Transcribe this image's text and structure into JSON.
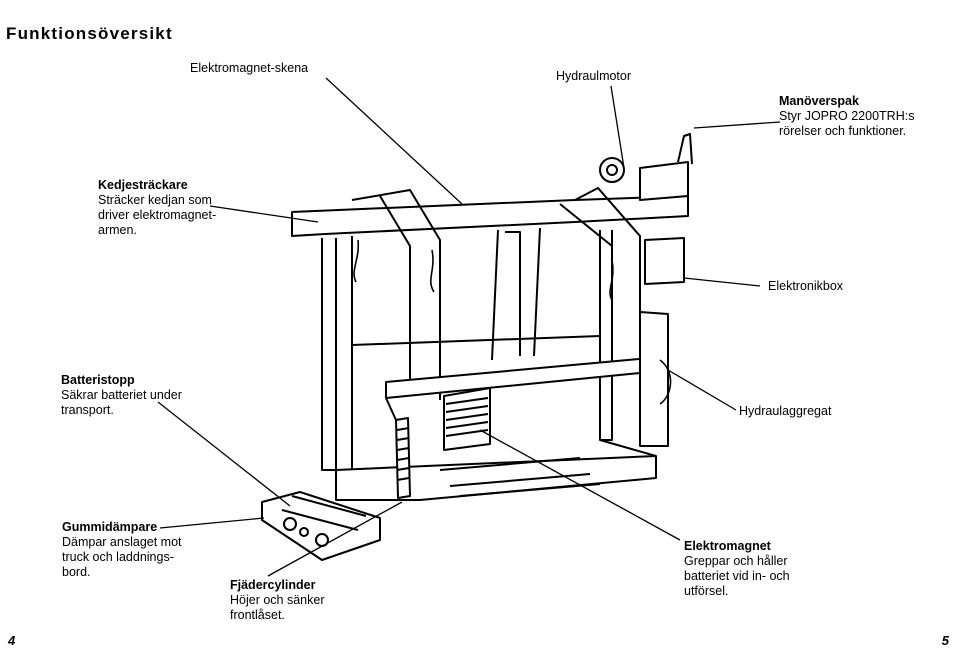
{
  "page_title": "Funktionsöversikt",
  "labels": {
    "rail": {
      "heading": "Elektromagnet-skena"
    },
    "motor": {
      "heading": "Hydraulmotor"
    },
    "lever": {
      "heading": "Manöverspak",
      "desc1": "Styr JOPRO 2200TRH:s",
      "desc2": "rörelser och funktioner."
    },
    "chain": {
      "heading": "Kedjesträckare",
      "desc1": "Sträcker kedjan som",
      "desc2": "driver elektromagnet-",
      "desc3": "armen."
    },
    "ebox": {
      "heading": "Elektronikbox"
    },
    "stop": {
      "heading": "Batteristopp",
      "desc1": "Säkrar batteriet under",
      "desc2": "transport."
    },
    "hyd": {
      "heading": "Hydraulaggregat"
    },
    "damper": {
      "heading": "Gummidämpare",
      "desc1": "Dämpar anslaget mot",
      "desc2": "truck och laddnings-",
      "desc3": "bord."
    },
    "spring": {
      "heading": "Fjädercylinder",
      "desc1": "Höjer och sänker",
      "desc2": "frontlåset."
    },
    "magnet": {
      "heading": "Elektromagnet",
      "desc1": "Greppar och håller",
      "desc2": "batteriet vid in- och",
      "desc3": "utförsel."
    }
  },
  "page_numbers": {
    "left": "4",
    "right": "5"
  }
}
